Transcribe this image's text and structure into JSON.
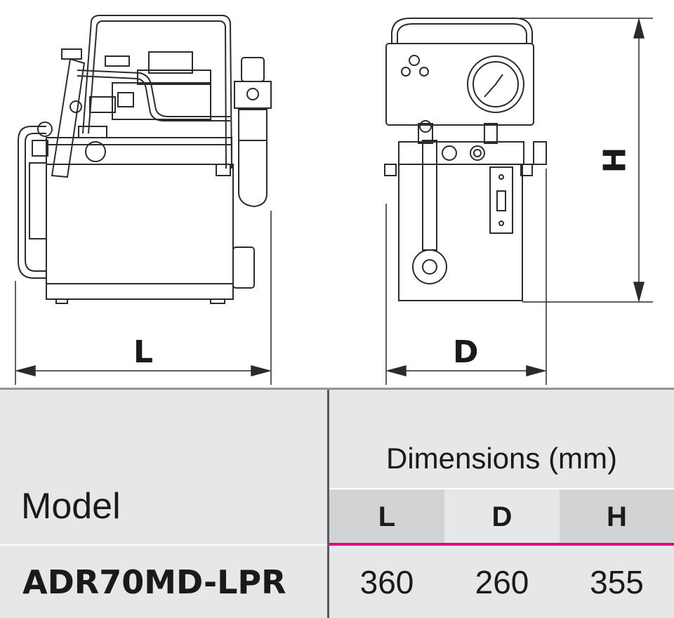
{
  "drawing": {
    "side_view_label": "L",
    "front_view_label": "D",
    "height_label": "H"
  },
  "table": {
    "model_header": "Model",
    "dimensions_header": "Dimensions (mm)",
    "columns": [
      "L",
      "D",
      "H"
    ],
    "rows": [
      {
        "model": "ADR70MD-LPR",
        "values": [
          "360",
          "260",
          "355"
        ]
      }
    ]
  },
  "colors": {
    "accent_line": "#e6007e",
    "table_bg": "#e6e7e8",
    "header_alt": "#d1d3d4",
    "divider": "#939598"
  }
}
